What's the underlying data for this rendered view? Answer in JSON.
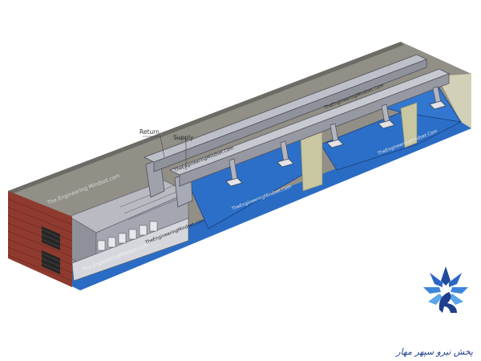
{
  "diagram": {
    "labels": {
      "return": "Return",
      "supply": "Supply"
    },
    "watermarks": {
      "back_wall": "The Engineering Mindset.com",
      "duct_side": "TheEngineeringMindset.Com",
      "rear_top": "TheEngineeringMindset.Com",
      "floor_center": "TheEngineeringMindset.Com",
      "floor_right": "TheEngineeringMindset.Com",
      "unit_side": "TheEngineeringMindset.com",
      "unit_front": "The EngineeringMindset.com"
    },
    "colors": {
      "floor_blue": "#2a6cc4",
      "wall_grey": "#8d8b82",
      "duct_grey": "#a7a9b4",
      "brick": "#8e3a2e",
      "partition": "#c9c7a2"
    }
  },
  "logo": {
    "text": "پخش نیرو سپهر مهار",
    "icon": "lotus-flower-logo"
  }
}
